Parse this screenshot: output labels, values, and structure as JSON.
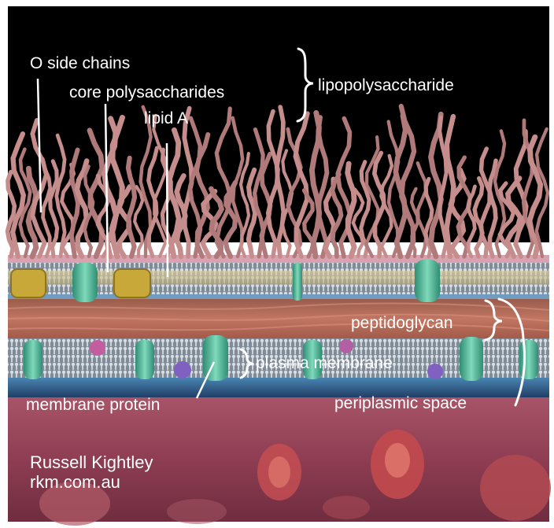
{
  "labels": {
    "o_side_chains": "O side chains",
    "core_polysaccharides": "core polysaccharides",
    "lipid_a": "lipid A",
    "lipopolysaccharide": "lipopolysaccharide",
    "peptidoglycan": "peptidoglycan",
    "plasma_membrane": "plasma membrane",
    "membrane_protein": "membrane protein",
    "periplasmic_space": "periplasmic space"
  },
  "credit": {
    "author": "Russell Kightley",
    "website": "rkm.com.au"
  },
  "colors": {
    "background_top": "#000000",
    "lps_chains": "#c9928f",
    "lipid_layer": "#c8b98a",
    "protein": "#4fb89a",
    "peptidoglycan": "#b85f48",
    "plasma_band": "#2d5f8e",
    "cytoplasm": "#8e3a4e"
  }
}
